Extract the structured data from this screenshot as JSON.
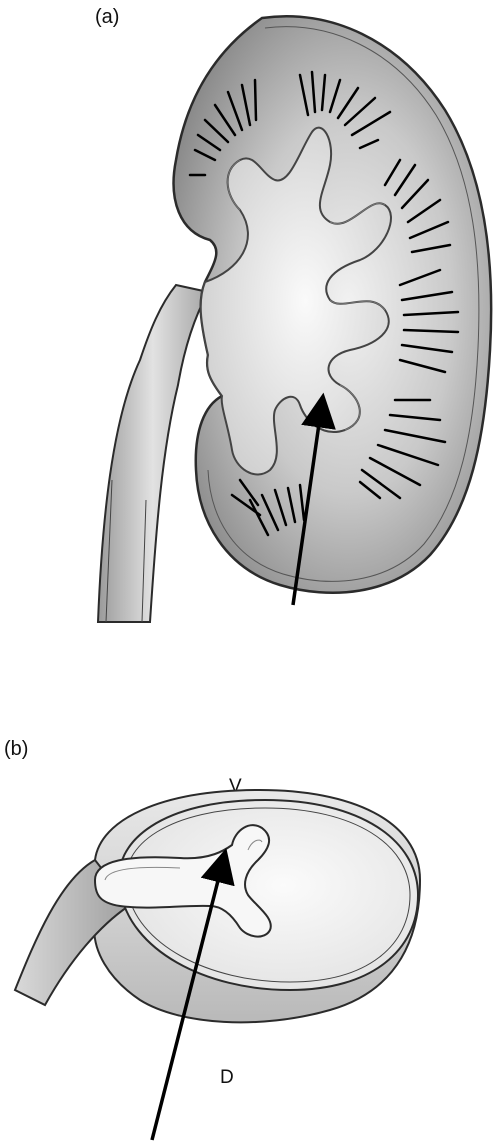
{
  "panels": [
    {
      "label": "(a)"
    },
    {
      "label": "(b)",
      "orientation": {
        "top": "V",
        "bottom": "D"
      }
    }
  ],
  "colors": {
    "stroke": "#2b2b2b",
    "fill_dark": "#8f8f8f",
    "fill_light": "#ededed",
    "arrow": "#000000"
  }
}
